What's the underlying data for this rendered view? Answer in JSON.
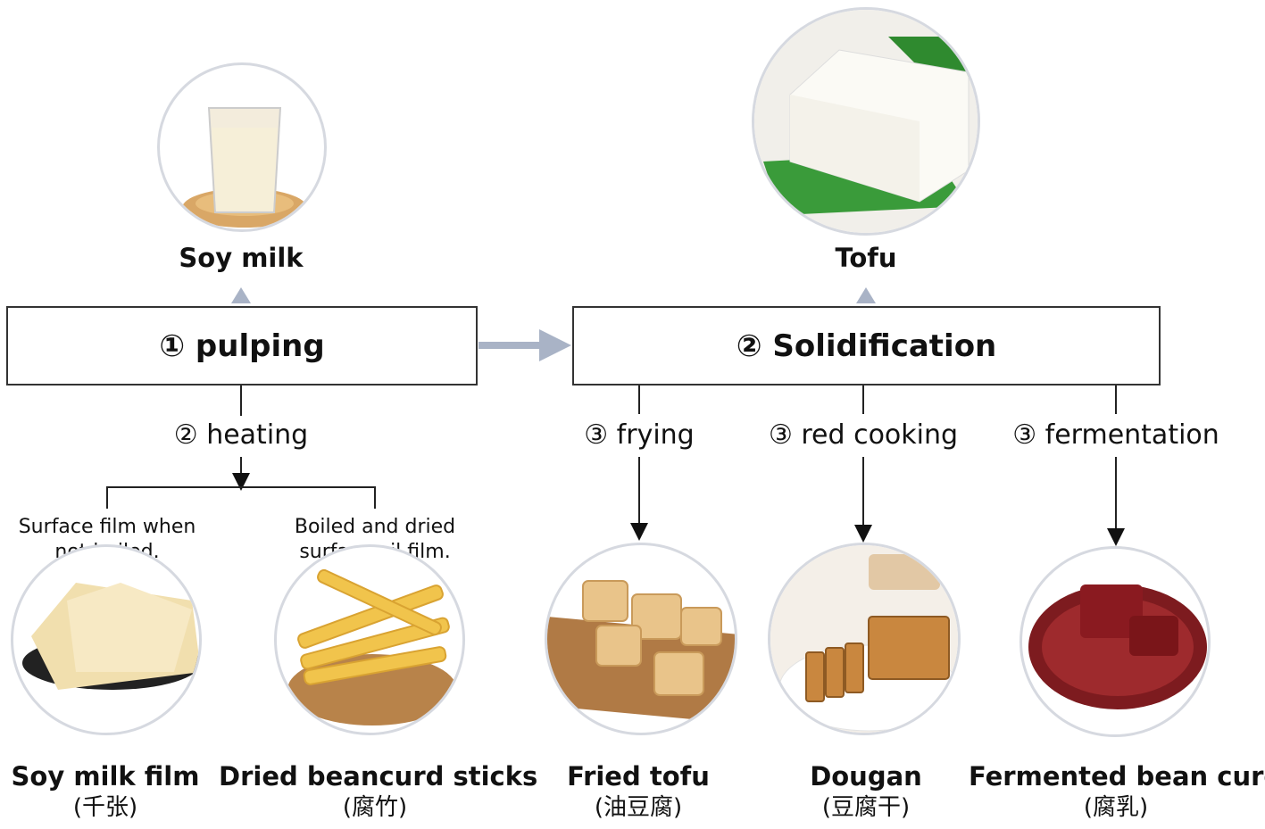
{
  "top_products": {
    "soy_milk": "Soy milk",
    "tofu": "Tofu"
  },
  "steps": {
    "pulping": "① pulping",
    "solidification": "② Solidification"
  },
  "branches": {
    "heating": "② heating",
    "frying": "③ frying",
    "red_cooking": "③ red cooking",
    "fermentation": "③ fermentation"
  },
  "notes": {
    "not_boiled": "Surface film when\nnot boiled.",
    "boiled": "Boiled and dried\nsurface oil film."
  },
  "products": [
    {
      "en": "Soy milk film",
      "cn": "(千张)"
    },
    {
      "en": "Dried beancurd sticks",
      "cn": "(腐竹)"
    },
    {
      "en": "Fried tofu",
      "cn": "(油豆腐)"
    },
    {
      "en": "Dougan",
      "cn": "(豆腐干)"
    },
    {
      "en": "Fermented bean curd",
      "cn": "(腐乳)"
    }
  ],
  "colors": {
    "arrow_gray": "#a9b3c6",
    "circle_border": "#d6d9e0",
    "line": "#222222"
  }
}
